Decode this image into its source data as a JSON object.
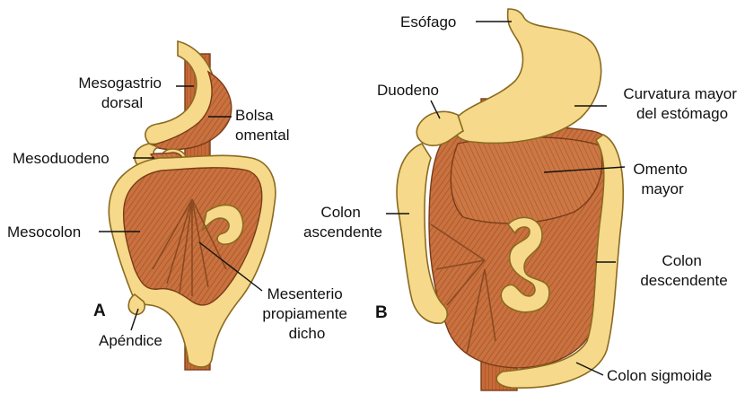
{
  "panel_a": {
    "letter": "A",
    "labels": {
      "mesogastrio": [
        "Mesogastrio",
        "dorsal"
      ],
      "bolsa": [
        "Bolsa",
        "omental"
      ],
      "mesoduodeno": "Mesoduodeno",
      "mesocolon": "Mesocolon",
      "apendice": "Apéndice",
      "mesenterio": [
        "Mesenterio",
        "propiamente",
        "dicho"
      ]
    }
  },
  "panel_b": {
    "letter": "B",
    "labels": {
      "esofago": "Esófago",
      "duodeno": "Duodeno",
      "curvatura": [
        "Curvatura mayor",
        "del estómago"
      ],
      "omento": [
        "Omento",
        "mayor"
      ],
      "colon_asc": [
        "Colon",
        "ascendente"
      ],
      "colon_desc": [
        "Colon",
        "descendente"
      ],
      "colon_sig": "Colon sigmoide"
    }
  },
  "colors": {
    "gut_fill": "#f6d98a",
    "gut_light": "#fbeab0",
    "tissue_fill": "#c9713f",
    "tissue_dark": "#a9552a",
    "line": "#111111"
  }
}
